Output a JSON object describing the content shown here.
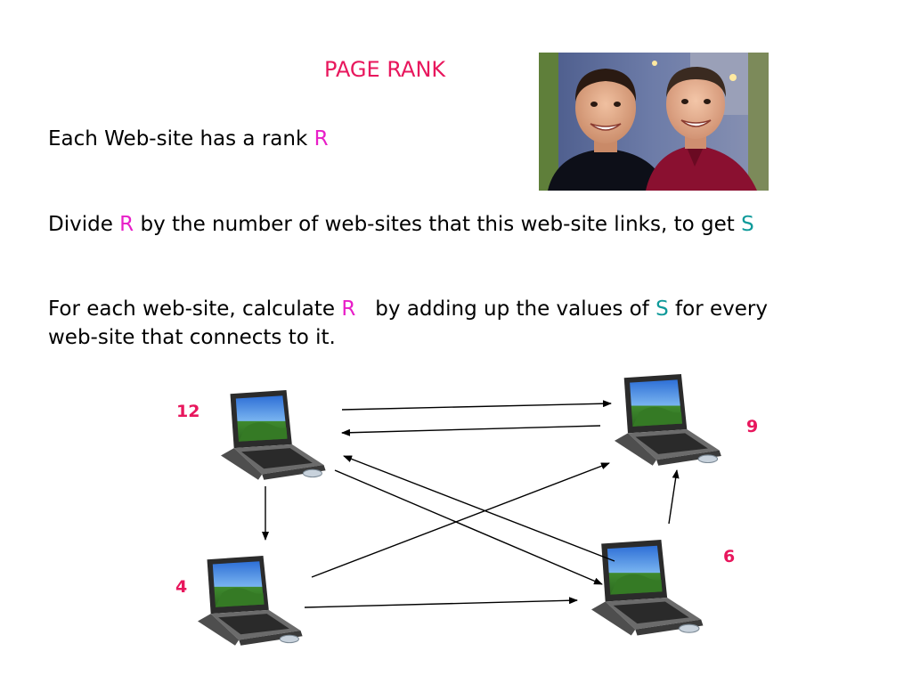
{
  "title": "PAGE RANK",
  "paragraphs": {
    "p1": {
      "text_a": "Each Web-site has a rank ",
      "r": "R"
    },
    "p2": {
      "text_a": "Divide ",
      "r": "R",
      "text_b": " by the number of web-sites that this web-site links, to get ",
      "s": "S"
    },
    "p3": {
      "text_a": "For each web-site, calculate ",
      "r": "R",
      "text_b": "   by adding up the values of ",
      "s": "S",
      "text_c": " for every",
      "line2": "web-site that connects to it."
    }
  },
  "colors": {
    "title": "#e8175d",
    "r_letter": "#e81ec8",
    "s_letter": "#0f9a9a",
    "rank_number": "#e8175d"
  },
  "nodes": [
    {
      "id": "top-left",
      "rank": "12"
    },
    {
      "id": "top-right",
      "rank": "9"
    },
    {
      "id": "bottom-left",
      "rank": "4"
    },
    {
      "id": "bottom-right",
      "rank": "6"
    }
  ],
  "links": [
    {
      "from": "top-left",
      "to": "top-right"
    },
    {
      "from": "top-right",
      "to": "top-left"
    },
    {
      "from": "top-left",
      "to": "bottom-left"
    },
    {
      "from": "top-left",
      "to": "bottom-right"
    },
    {
      "from": "bottom-right",
      "to": "top-left"
    },
    {
      "from": "bottom-left",
      "to": "top-right"
    },
    {
      "from": "bottom-left",
      "to": "bottom-right"
    },
    {
      "from": "bottom-right",
      "to": "top-right"
    }
  ],
  "photo": {
    "subject": "two smiling men"
  }
}
